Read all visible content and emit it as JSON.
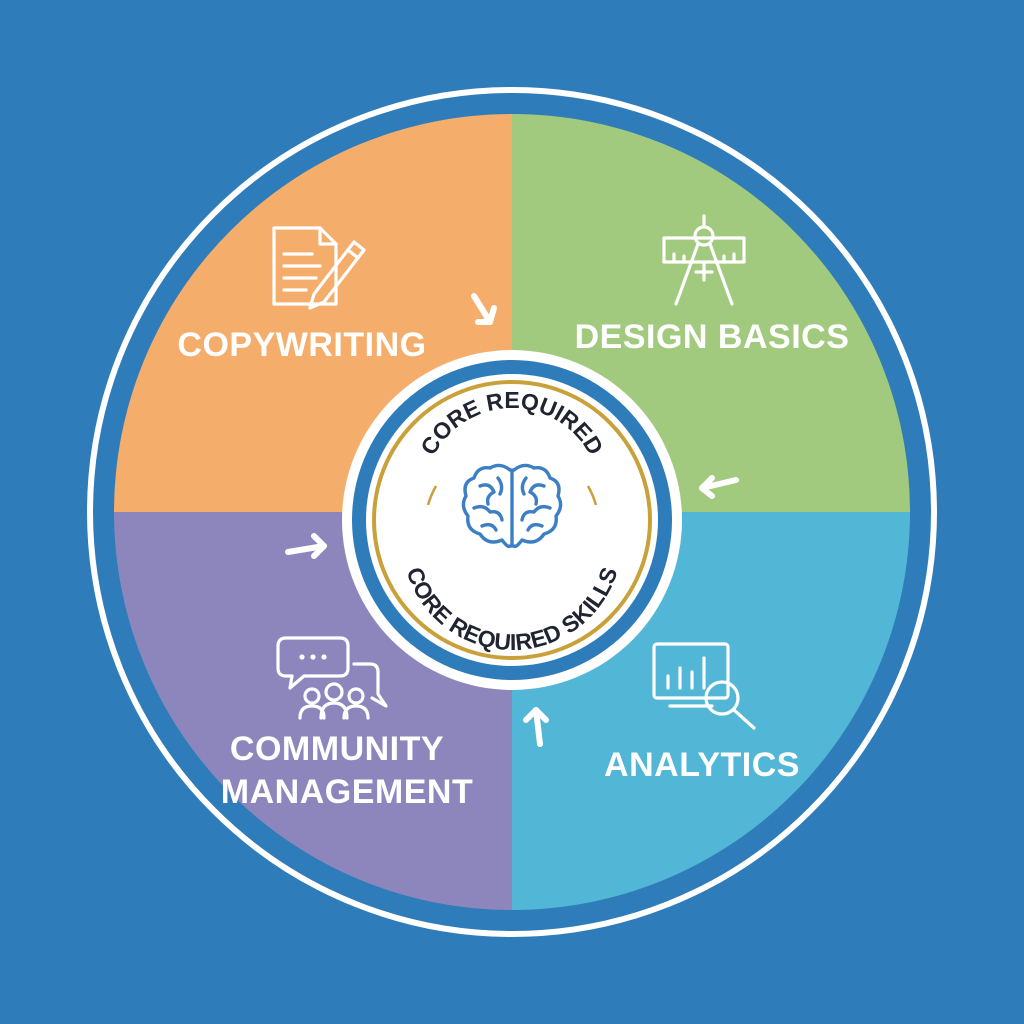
{
  "diagram": {
    "colors": {
      "background": "#2f7cba",
      "copywriting": "#f5ad6c",
      "design_basics": "#a2ca7e",
      "community_management": "#8c86bd",
      "analytics": "#52b6d6",
      "core_ring": "#2f7cba",
      "core_gold": "#c9a03a"
    },
    "quadrants": [
      {
        "key": "copywriting",
        "label": "COPYWRITING",
        "icon": "document-pencil-icon"
      },
      {
        "key": "design_basics",
        "label": "DESIGN BASICS",
        "icon": "compass-ruler-icon"
      },
      {
        "key": "community_management",
        "label_line1": "COMMUNITY",
        "label_line2": "MANAGEMENT",
        "icon": "chat-people-icon"
      },
      {
        "key": "analytics",
        "label": "ANALYTICS",
        "icon": "chart-magnifier-icon"
      }
    ],
    "core": {
      "text_top": "CORE REQUIRED",
      "text_bottom": "CORE REQUIRED SKILLS",
      "icon": "brain-icon"
    }
  }
}
